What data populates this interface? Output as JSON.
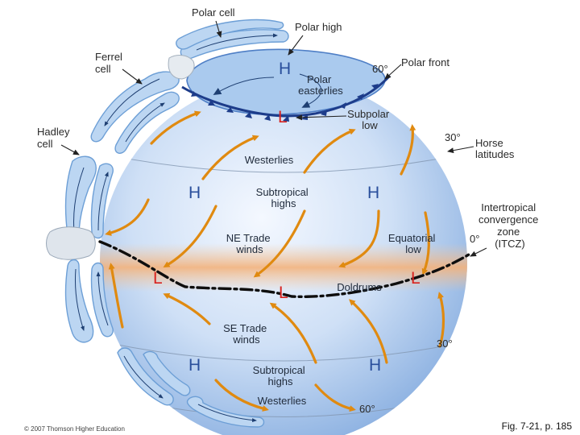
{
  "labels": {
    "polar_cell": "Polar cell",
    "polar_high": "Polar high",
    "ferrel_cell": [
      "Ferrel",
      "cell"
    ],
    "lat_60": "60°",
    "polar_front": "Polar front",
    "polar_easterlies": [
      "Polar",
      "easterlies"
    ],
    "subpolar_low": [
      "Subpolar",
      "low"
    ],
    "hadley_cell": [
      "Hadley",
      "cell"
    ],
    "lat_30": "30°",
    "horse_latitudes": [
      "Horse",
      "latitudes"
    ],
    "westerlies": "Westerlies",
    "subtropical_highs": [
      "Subtropical",
      "highs"
    ],
    "itcz": [
      "Intertropical",
      "convergence",
      "zone",
      "(ITCZ)"
    ],
    "ne_trade_winds": [
      "NE Trade",
      "winds"
    ],
    "equatorial_low": [
      "Equatorial",
      "low"
    ],
    "lat_0": "0°",
    "doldrums": "Doldrums",
    "se_trade_winds": [
      "SE Trade",
      "winds"
    ],
    "lat_30_south": "30°",
    "subtropical_highs_south": [
      "Subtropical",
      "highs"
    ],
    "westerlies_south": "Westerlies",
    "lat_60_south": "60°",
    "high": "H",
    "low": "L"
  },
  "footer": {
    "copyright": "© 2007 Thomson Higher Education",
    "figure_ref": "Fig. 7-21, p. 185"
  },
  "colors": {
    "high_blue": "#2a4f9c",
    "low_red": "#d8231f",
    "wind_orange": "#e08a10"
  }
}
